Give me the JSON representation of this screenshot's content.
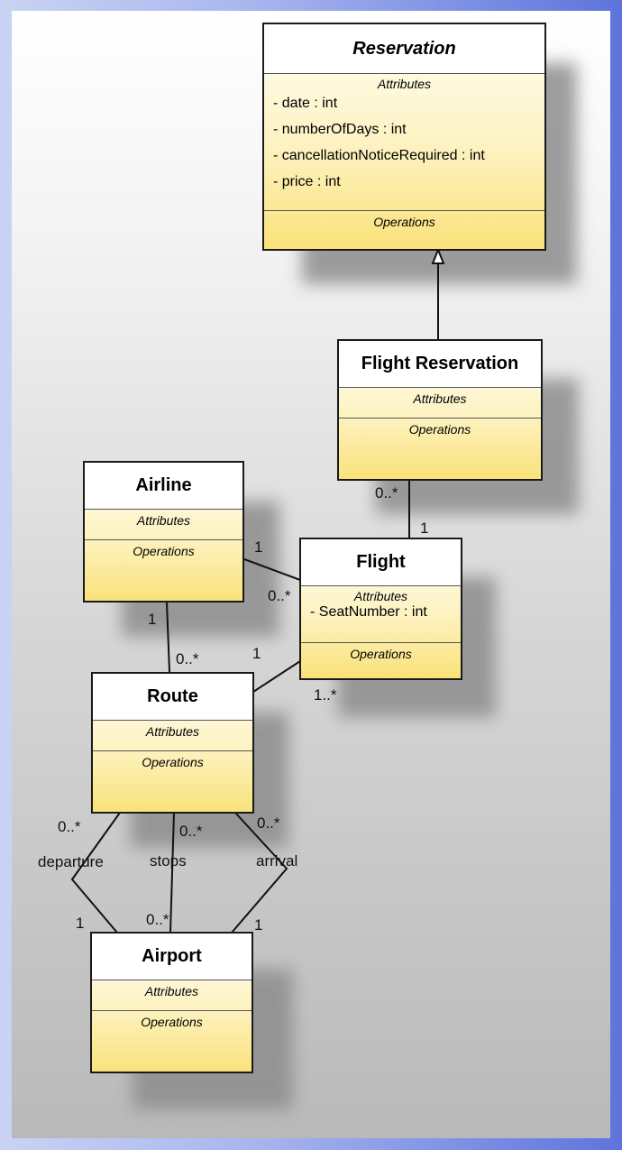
{
  "classes": {
    "reservation": {
      "name": "Reservation",
      "attributes_title": "Attributes",
      "attributes": [
        "- date : int",
        "- numberOfDays : int",
        "- cancellationNoticeRequired : int",
        "- price : int"
      ],
      "operations_title": "Operations"
    },
    "flight_reservation": {
      "name": "Flight Reservation",
      "attributes_title": "Attributes",
      "operations_title": "Operations"
    },
    "airline": {
      "name": "Airline",
      "attributes_title": "Attributes",
      "operations_title": "Operations"
    },
    "flight": {
      "name": "Flight",
      "attributes_title": "Attributes",
      "attributes": [
        "- SeatNumber : int"
      ],
      "operations_title": "Operations"
    },
    "route": {
      "name": "Route",
      "attributes_title": "Attributes",
      "operations_title": "Operations"
    },
    "airport": {
      "name": "Airport",
      "attributes_title": "Attributes",
      "operations_title": "Operations"
    }
  },
  "associations": {
    "flightres_flight": {
      "source_mult": "0..*",
      "target_mult": "1"
    },
    "airline_flight": {
      "source_mult": "1",
      "target_mult": "0..*"
    },
    "airline_route": {
      "source_mult": "1",
      "target_mult": "0..*"
    },
    "route_flight": {
      "source_mult": "1",
      "target_mult": "1..*"
    },
    "departure": {
      "role": "departure",
      "route_mult": "0..*",
      "airport_mult": "1"
    },
    "stops": {
      "role": "stops",
      "route_mult": "0..*",
      "airport_mult": "0..*"
    },
    "arrival": {
      "role": "arrival",
      "route_mult": "0..*",
      "airport_mult": "1"
    }
  }
}
